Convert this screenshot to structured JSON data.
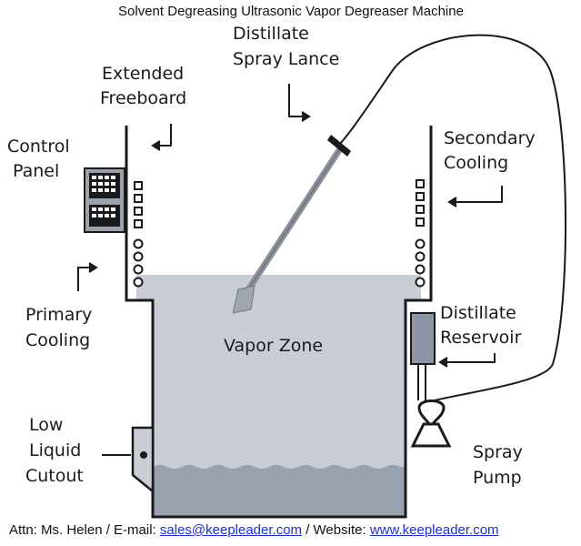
{
  "title": "Solvent Degreasing Ultrasonic Vapor Degreaser Machine",
  "labels": {
    "distillate_spray_lance": [
      "Distillate",
      "Spray Lance"
    ],
    "extended_freeboard": [
      "Extended",
      "Freeboard"
    ],
    "control_panel": [
      "Control",
      "Panel"
    ],
    "secondary_cooling": [
      "Secondary",
      "Cooling"
    ],
    "primary_cooling": [
      "Primary",
      "Cooling"
    ],
    "vapor_zone": "Vapor Zone",
    "distillate_reservoir": [
      "Distillate",
      "Reservoir"
    ],
    "low_liquid_cutout": [
      "Low",
      "Liquid",
      "Cutout"
    ],
    "spray_pump": [
      "Spray",
      "Pump"
    ]
  },
  "footer": {
    "attn_prefix": "Attn: Ms. Helen / E-mail: ",
    "email": "sales@keepleader.com",
    "website_prefix": " / Website: ",
    "website": "www.keepleader.com"
  },
  "colors": {
    "vapor": "#c7ccd6",
    "liquid": "#9aa4b2",
    "outline": "#1a1a1a",
    "link": "#1d2fd6"
  }
}
